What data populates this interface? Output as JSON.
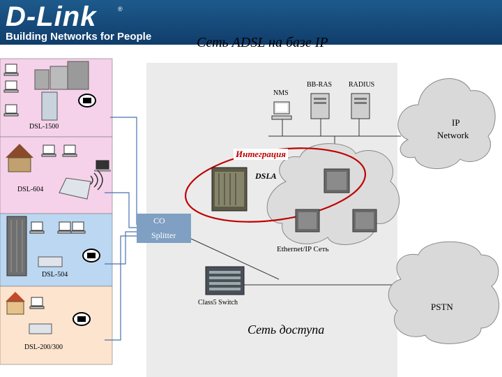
{
  "header": {
    "logo": "D-Link",
    "logo_mark": "®",
    "tagline": "Building Networks for People"
  },
  "title": "Сеть ADSL на базе IP",
  "clients": [
    {
      "model": "DSL-1500"
    },
    {
      "model": "DSL-604"
    },
    {
      "model": "DSL-504"
    },
    {
      "model": "DSL-200/300"
    }
  ],
  "core": {
    "nms": "NMS",
    "bbras": "BB-RAS",
    "radius": "RADIUS",
    "ip_network_1": "IP",
    "ip_network_2": "Network",
    "integration": "Интеграция",
    "dslam": "DSLA",
    "co": "CO",
    "splitter": "Splitter",
    "ethernet_ip": "Ethernet/IP Сеть",
    "class5": "Class5 Switch",
    "pstn": "PSTN",
    "access_network": "Сеть доступа"
  },
  "colors": {
    "brand": "#103d6b",
    "client_pink": "#f5d2ea",
    "client_blue": "#bcd7f1",
    "client_peach": "#fde4cf",
    "core_bg": "#ebebeb",
    "integration_red": "#c00000",
    "co_box": "#7f9fc3"
  },
  "icons": [
    "pc-icon",
    "laptop-icon",
    "phone-icon",
    "modem-icon",
    "server-icon",
    "building-icon",
    "house-icon",
    "router-icon",
    "switch-icon",
    "dslam-icon",
    "cloud-icon"
  ]
}
